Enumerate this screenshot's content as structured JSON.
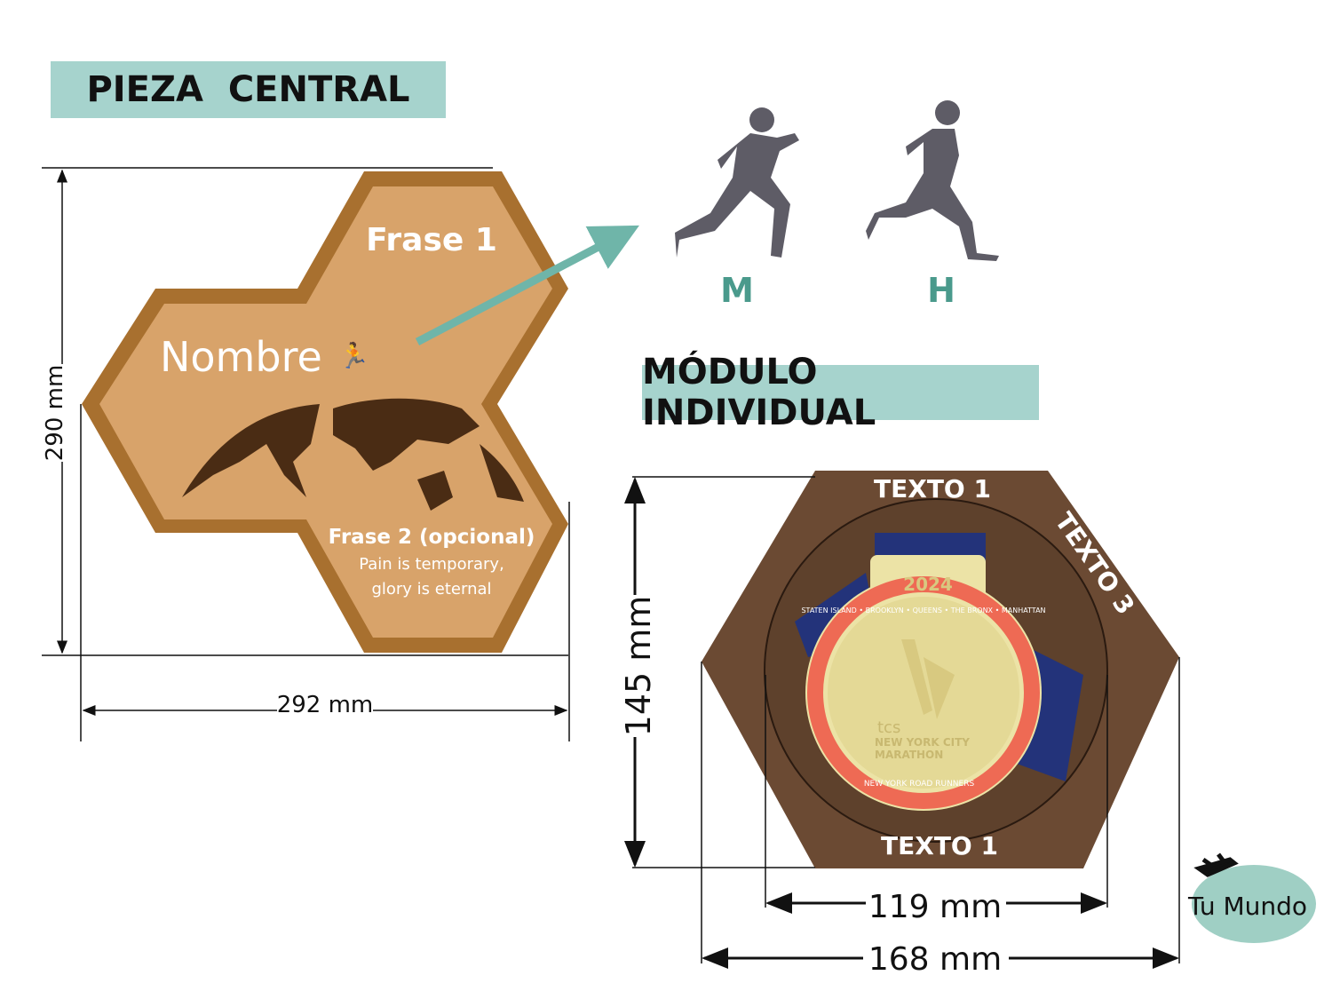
{
  "colors": {
    "teal_box": "#a6d3cd",
    "teal_text": "#4a9a8c",
    "oak": "#b07a3a",
    "oak_inner": "#d9a46b",
    "walnut": "#6b4a33",
    "runner": "#5e5c66"
  },
  "central": {
    "title": "PIEZA  CENTRAL",
    "frase1": "Frase 1",
    "nombre": "Nombre",
    "frase2": "Frase 2 (opcional)",
    "quote_line1": "Pain is temporary,",
    "quote_line2": "glory is eternal",
    "height_label": "290 mm",
    "width_label": "292 mm"
  },
  "runners": {
    "female_label": "M",
    "male_label": "H"
  },
  "module": {
    "title": "MÓDULO INDIVIDUAL",
    "text_top": "TEXTO 1",
    "text_side": "TEXTO 3",
    "text_bottom": "TEXTO 1",
    "height_label": "145 mm",
    "inner_width_label": "119 mm",
    "outer_width_label": "168 mm"
  },
  "medal": {
    "year": "2024",
    "ring_top": "STATEN ISLAND • BROOKLYN • QUEENS • THE BRONX • MANHATTAN",
    "ring_bottom": "NEW YORK ROAD RUNNERS",
    "sponsor": "tcs",
    "name_line1": "NEW YORK CITY",
    "name_line2": "MARATHON"
  },
  "logo": {
    "text": "Tu Mundo"
  }
}
